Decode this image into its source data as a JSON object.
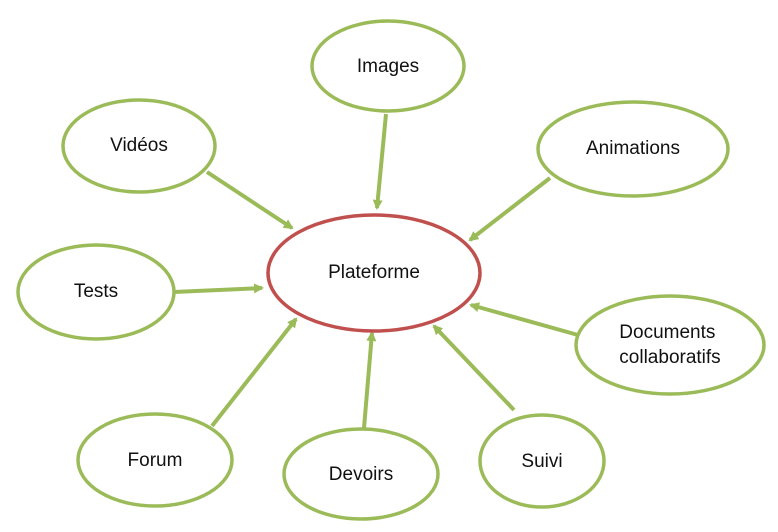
{
  "diagram": {
    "center": {
      "label": "Plateforme"
    },
    "nodes": [
      {
        "id": "images",
        "lines": [
          "Images"
        ]
      },
      {
        "id": "videos",
        "lines": [
          "Vidéos"
        ]
      },
      {
        "id": "animations",
        "lines": [
          "Animations"
        ]
      },
      {
        "id": "tests",
        "lines": [
          "Tests"
        ]
      },
      {
        "id": "documents",
        "lines": [
          "Documents",
          "collaboratifs"
        ]
      },
      {
        "id": "forum",
        "lines": [
          "Forum"
        ]
      },
      {
        "id": "devoirs",
        "lines": [
          "Devoirs"
        ]
      },
      {
        "id": "suivi",
        "lines": [
          "Suivi"
        ]
      }
    ],
    "colors": {
      "node_stroke": "#9bbb59",
      "center_stroke": "#c0504d",
      "arrow": "#9bbb59"
    }
  }
}
